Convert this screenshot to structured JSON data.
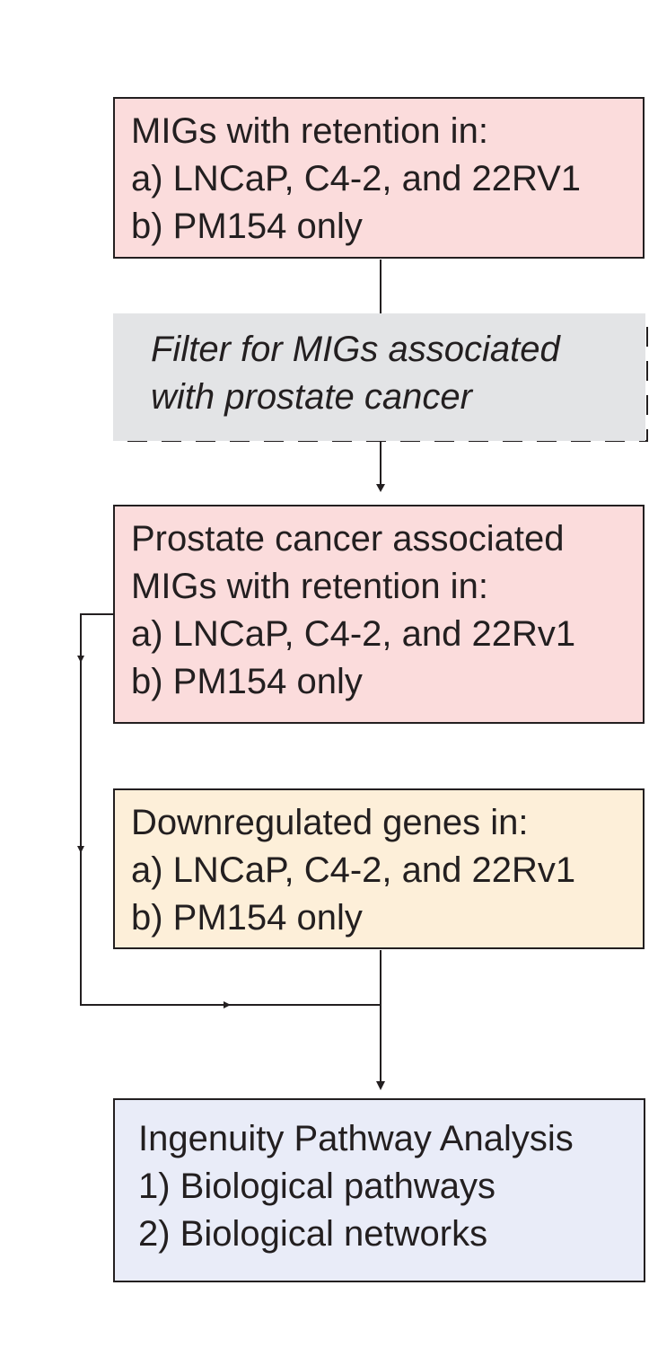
{
  "boxes": {
    "mig": {
      "lines": [
        "MIGs with retention in:",
        "a) LNCaP, C4-2, and 22RV1",
        "b) PM154 only"
      ]
    },
    "filter": {
      "lines": [
        "Filter for MIGs associated",
        "with prostate cancer"
      ]
    },
    "prostate": {
      "lines": [
        "Prostate cancer associated",
        "MIGs with retention in:",
        "a) LNCaP, C4-2, and 22Rv1",
        "b) PM154 only"
      ]
    },
    "down": {
      "lines": [
        "Downregulated genes in:",
        "a) LNCaP, C4-2, and 22Rv1",
        "b) PM154 only"
      ]
    },
    "ipa": {
      "lines": [
        "Ingenuity Pathway Analysis",
        "1) Biological pathways",
        "2) Biological networks"
      ]
    }
  },
  "colors": {
    "pink_box": "#fbdcdc",
    "grey_box": "#e3e4e6",
    "peach_box": "#fdefd9",
    "blue_box": "#e9ecf8",
    "line": "#231f20"
  }
}
